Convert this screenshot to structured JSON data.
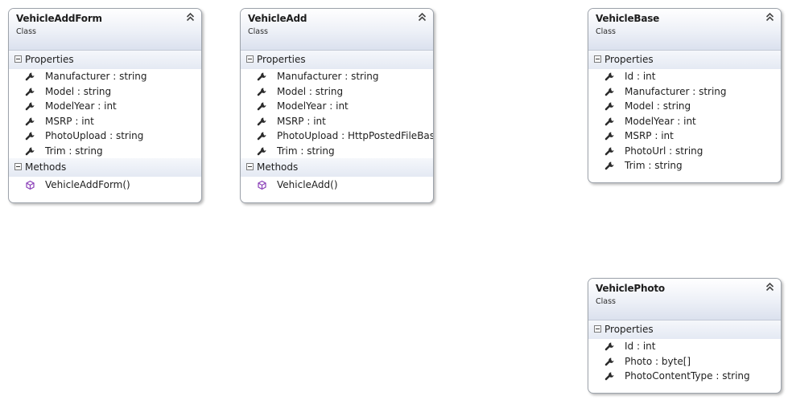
{
  "classes": [
    {
      "name": "VehicleAddForm",
      "kind": "Class",
      "properties_label": "Properties",
      "properties": [
        "Manufacturer : string",
        "Model : string",
        "ModelYear : int",
        "MSRP : int",
        "PhotoUpload : string",
        "Trim : string"
      ],
      "methods_label": "Methods",
      "methods": [
        "VehicleAddForm()"
      ]
    },
    {
      "name": "VehicleAdd",
      "kind": "Class",
      "properties_label": "Properties",
      "properties": [
        "Manufacturer : string",
        "Model : string",
        "ModelYear : int",
        "MSRP : int",
        "PhotoUpload : HttpPostedFileBase",
        "Trim : string"
      ],
      "methods_label": "Methods",
      "methods": [
        "VehicleAdd()"
      ]
    },
    {
      "name": "VehicleBase",
      "kind": "Class",
      "properties_label": "Properties",
      "properties": [
        "Id : int",
        "Manufacturer : string",
        "Model : string",
        "ModelYear : int",
        "MSRP : int",
        "PhotoUrl : string",
        "Trim : string"
      ]
    },
    {
      "name": "VehiclePhoto",
      "kind": "Class",
      "properties_label": "Properties",
      "properties": [
        "Id : int",
        "Photo : byte[]",
        "PhotoContentType : string"
      ]
    }
  ],
  "icons": {
    "property": "wrench-icon",
    "method": "method-cube-icon",
    "collapse": "double-chevron-up-icon",
    "section_toggle": "minus-box-icon"
  },
  "colors": {
    "header_gradient_end": "#dbe1ee",
    "border": "#9da3ab",
    "method_icon": "#8a3fb8"
  }
}
